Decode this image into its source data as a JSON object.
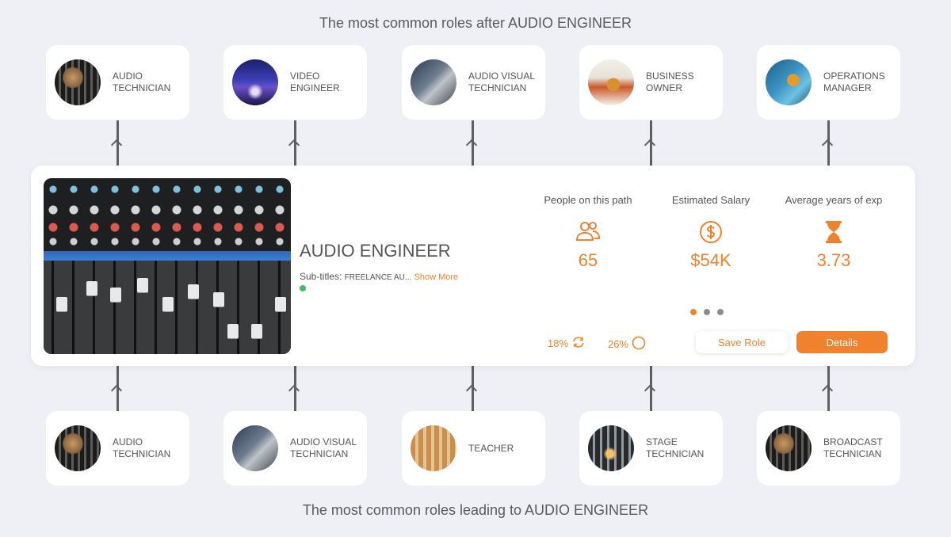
{
  "headings": {
    "top": "The most common roles after AUDIO ENGINEER",
    "bottom": "The most common roles leading to AUDIO ENGINEER"
  },
  "next_roles": [
    {
      "label": "AUDIO TECHNICIAN",
      "image": "mixing-console-photo"
    },
    {
      "label": "VIDEO ENGINEER",
      "image": "stage-lights-photo"
    },
    {
      "label": "AUDIO VISUAL TECHNICIAN",
      "image": "av-booth-photo"
    },
    {
      "label": "BUSINESS OWNER",
      "image": "shop-owner-photo"
    },
    {
      "label": "OPERATIONS MANAGER",
      "image": "digital-operations-photo"
    }
  ],
  "previous_roles": [
    {
      "label": "AUDIO TECHNICIAN",
      "image": "mixing-console-photo"
    },
    {
      "label": "AUDIO VISUAL TECHNICIAN",
      "image": "av-booth-photo"
    },
    {
      "label": "TEACHER",
      "image": "classroom-photo"
    },
    {
      "label": "STAGE TECHNICIAN",
      "image": "stage-rigging-photo"
    },
    {
      "label": "BROADCAST TECHNICIAN",
      "image": "mixing-console-photo"
    }
  ],
  "main": {
    "title": "AUDIO ENGINEER",
    "subtitle_label": "Sub-titles:",
    "subtitle_value": "FREELANCE AU...",
    "show_more": "Show More",
    "image": "mixing-console-photo",
    "stats": [
      {
        "label": "People on this path",
        "icon": "people-icon",
        "value": "65"
      },
      {
        "label": "Estimated Salary",
        "icon": "dollar-circle-icon",
        "value": "$54K"
      },
      {
        "label": "Average years of exp",
        "icon": "hourglass-icon",
        "value": "3.73"
      }
    ],
    "pager": {
      "count": 3,
      "active": 0
    },
    "metrics": [
      {
        "value": "18%",
        "icon": "refresh-icon"
      },
      {
        "value": "26%",
        "icon": "circle-icon"
      }
    ],
    "save_label": "Save Role",
    "details_label": "Details"
  },
  "colors": {
    "accent": "#f0822d",
    "background": "#eef0f6",
    "status_green": "#45b86a"
  }
}
